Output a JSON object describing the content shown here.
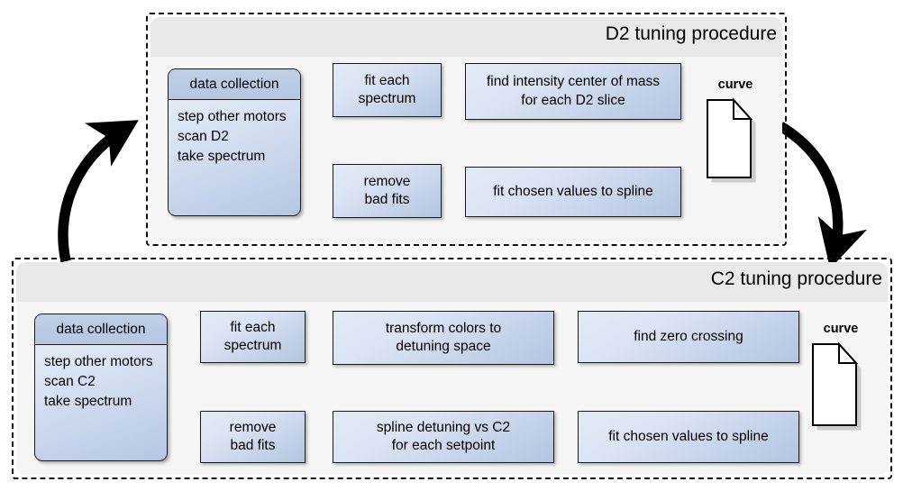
{
  "diagram": {
    "title": "D2 and C2 tuning procedures flowchart",
    "accent_box_fill": "#ccd8ec",
    "accent_box_border": "#1a1a1a",
    "panel_bg": "#f5f5f5",
    "panel_header_bg": "#e9e9e9"
  },
  "d2": {
    "title": "D2 tuning procedure",
    "data_collection": {
      "header": "data collection",
      "lines": [
        "step other motors",
        "scan D2",
        "take spectrum"
      ]
    },
    "boxes": [
      {
        "id": "fit-each-spectrum",
        "lines": [
          "fit each",
          "spectrum"
        ]
      },
      {
        "id": "remove-bad-fits",
        "lines": [
          "remove",
          "bad fits"
        ]
      },
      {
        "id": "find-intensity-center-of-mass",
        "lines": [
          "find intensity center of mass",
          "for each D2 slice"
        ]
      },
      {
        "id": "fit-chosen-values-to-spline",
        "lines": [
          "fit chosen values to spline"
        ]
      }
    ],
    "curve_label": "curve"
  },
  "c2": {
    "title": "C2 tuning procedure",
    "data_collection": {
      "header": "data collection",
      "lines": [
        "step other motors",
        "scan C2",
        "take spectrum"
      ]
    },
    "boxes": [
      {
        "id": "fit-each-spectrum",
        "lines": [
          "fit each",
          "spectrum"
        ]
      },
      {
        "id": "remove-bad-fits",
        "lines": [
          "remove",
          "bad fits"
        ]
      },
      {
        "id": "transform-colors-to-detuning-space",
        "lines": [
          "transform colors to",
          "detuning space"
        ]
      },
      {
        "id": "spline-detuning-vs-c2",
        "lines": [
          "spline detuning vs C2",
          "for each setpoint"
        ]
      },
      {
        "id": "find-zero-crossing",
        "lines": [
          "find zero crossing"
        ]
      },
      {
        "id": "fit-chosen-values-to-spline",
        "lines": [
          "fit chosen values to spline"
        ]
      }
    ],
    "curve_label": "curve"
  }
}
